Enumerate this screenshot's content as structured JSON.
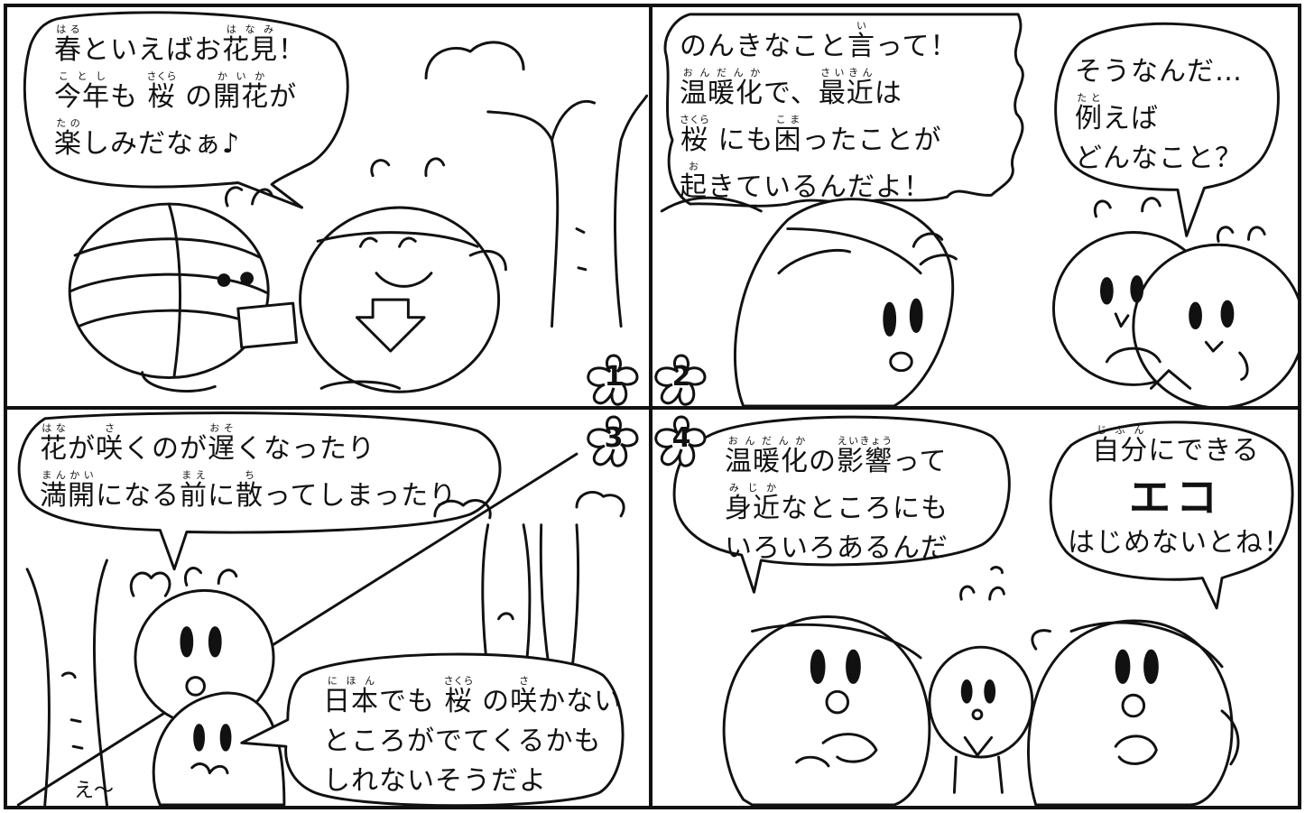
{
  "panels": [
    {
      "number": "1",
      "lines": [
        [
          {
            "t": "春",
            "r": "はる"
          },
          {
            "t": "といえばお"
          },
          {
            "t": "花見",
            "r": "はなみ"
          },
          {
            "t": "！"
          }
        ],
        [
          {
            "t": "今年",
            "r": "ことし"
          },
          {
            "t": "も "
          },
          {
            "t": "桜",
            "r": "さくら"
          },
          {
            "t": " の"
          },
          {
            "t": "開花",
            "r": "かいか"
          },
          {
            "t": "が"
          }
        ],
        [
          {
            "t": "楽",
            "r": "たの"
          },
          {
            "t": "しみだなぁ♪"
          }
        ]
      ]
    },
    {
      "number": "2",
      "lines_left": [
        [
          {
            "t": "のんきなこと"
          },
          {
            "t": "言",
            "r": "い"
          },
          {
            "t": "って！"
          }
        ],
        [
          {
            "t": "温暖化",
            "r": "おんだんか"
          },
          {
            "t": "で、"
          },
          {
            "t": "最近",
            "r": "さいきん"
          },
          {
            "t": "は"
          }
        ],
        [
          {
            "t": " "
          },
          {
            "t": "桜",
            "r": "さくら"
          },
          {
            "t": " にも"
          },
          {
            "t": "困",
            "r": "こま"
          },
          {
            "t": "ったことが"
          }
        ],
        [
          {
            "t": "起",
            "r": "お"
          },
          {
            "t": "きているんだよ！"
          }
        ]
      ],
      "lines_right": [
        [
          {
            "t": "そうなんだ…"
          }
        ],
        [
          {
            "t": "例",
            "r": "たと"
          },
          {
            "t": "えば"
          }
        ],
        [
          {
            "t": "どんなこと？"
          }
        ]
      ]
    },
    {
      "number": "3",
      "lines_top": [
        [
          {
            "t": "花",
            "r": "はな"
          },
          {
            "t": "が"
          },
          {
            "t": "咲",
            "r": "さ"
          },
          {
            "t": "くのが"
          },
          {
            "t": "遅",
            "r": "おそ"
          },
          {
            "t": "くなったり"
          }
        ],
        [
          {
            "t": "満開",
            "r": "まんかい"
          },
          {
            "t": "になる"
          },
          {
            "t": "前",
            "r": "まえ"
          },
          {
            "t": "に"
          },
          {
            "t": "散",
            "r": "ち"
          },
          {
            "t": "ってしまったり"
          }
        ]
      ],
      "lines_bottom": [
        [
          {
            "t": "日本",
            "r": "にほん"
          },
          {
            "t": "でも "
          },
          {
            "t": "桜",
            "r": "さくら"
          },
          {
            "t": " の"
          },
          {
            "t": "咲",
            "r": "さ"
          },
          {
            "t": "かない"
          }
        ],
        [
          {
            "t": "ところがでてくるかも"
          }
        ],
        [
          {
            "t": "しれないそうだよ"
          }
        ]
      ],
      "sfx": "え～"
    },
    {
      "number": "4",
      "lines_left": [
        [
          {
            "t": "温暖化",
            "r": "おんだんか"
          },
          {
            "t": "の"
          },
          {
            "t": "影響",
            "r": "えいきょう"
          },
          {
            "t": "って"
          }
        ],
        [
          {
            "t": " "
          },
          {
            "t": "身近",
            "r": "みじか"
          },
          {
            "t": "なところにも"
          }
        ],
        [
          {
            "t": "いろいろあるんだ"
          }
        ]
      ],
      "lines_right_top": [
        [
          {
            "t": "自分",
            "r": "じぶん"
          },
          {
            "t": "にできる"
          }
        ]
      ],
      "eco": "エコ",
      "lines_right_bottom": [
        [
          {
            "t": "はじめないとね！"
          }
        ]
      ]
    }
  ]
}
